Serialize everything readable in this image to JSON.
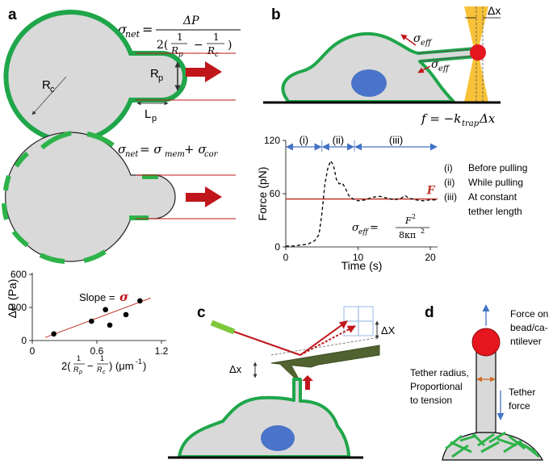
{
  "panels": {
    "a": {
      "label": "a",
      "eq_net": "σ",
      "eq_net_sub": "net",
      "eq_num": "ΔP",
      "eq_den_2": "2(",
      "eq_den_1a": "1",
      "eq_den_Rp": "R",
      "eq_den_Rp_sub": "p",
      "eq_den_minus": "−",
      "eq_den_1b": "1",
      "eq_den_Rc": "R",
      "eq_den_Rc_sub": "c",
      "eq_den_close": ")",
      "label_Rc": "R",
      "label_Rc_sub": "c",
      "label_Rp": "R",
      "label_Rp_sub": "p",
      "label_Lp": "L",
      "label_Lp_sub": "p",
      "eq2_lhs": "σ",
      "eq2_lhs_sub": "net",
      "eq2_mid": " = σ",
      "eq2_mem_sub": "mem",
      "eq2_plus": "+ σ",
      "eq2_cor_sub": "cor"
    },
    "b": {
      "label": "b",
      "sigma_eff_1": "σ",
      "sigma_eff_1_sub": "eff",
      "sigma_eff_2": "σ",
      "sigma_eff_2_sub": "eff",
      "delta_x": "Δx",
      "force_eq": "f = −k",
      "force_eq_sub": "trap",
      "force_eq_tail": "Δx"
    },
    "c": {
      "label": "c",
      "delta_x_small": "Δx",
      "delta_X_big": "ΔX"
    },
    "d": {
      "label": "d",
      "force_on_bead_1": "Force on",
      "force_on_bead_2": "bead/ca-",
      "force_on_bead_3": "ntilever",
      "tether_radius_1": "Tether radius,",
      "tether_radius_2": "Proportional",
      "tether_radius_3": "to tension",
      "tether_force_1": "Tether",
      "tether_force_2": "force"
    }
  },
  "colors": {
    "membrane_green": "#1fa64a",
    "cortex_green": "#2db34a",
    "cell_gray": "#d9d9d9",
    "nucleus_blue": "#4a74c9",
    "arrow_red": "#c0161b",
    "trap_yellow": "#f7c238",
    "bead_red": "#e6161f",
    "axis_blue": "#4472c4",
    "fit_red": "#c0392b"
  },
  "chart_data": [
    {
      "type": "line",
      "title": "",
      "xlabel": "Time (s)",
      "ylabel": "Force (pN)",
      "xlim": [
        0,
        21
      ],
      "ylim": [
        0,
        120
      ],
      "x_ticks": [
        0,
        10,
        20
      ],
      "y_ticks": [
        0,
        60,
        120
      ],
      "phase_labels": [
        "(i)",
        "(ii)",
        "(iii)"
      ],
      "phase_boundaries": [
        0,
        5,
        9.5,
        21
      ],
      "legend": [
        {
          "key": "(i)",
          "text": "Before pulling"
        },
        {
          "key": "(ii)",
          "text": "While pulling"
        },
        {
          "key": "(iii)",
          "text": "At constant"
        },
        {
          "key": "",
          "text": "tether length"
        }
      ],
      "reference_line": {
        "label": "F",
        "y": 54
      },
      "annotation": {
        "lhs": "σ",
        "lhs_sub": "eff",
        "eq": " = ",
        "num": "F",
        "num_sup": "2",
        "den": "8κπ",
        "den_sup": "2"
      },
      "series": [
        {
          "style": "dashed",
          "x": [
            0,
            1,
            2,
            3,
            4,
            4.6,
            5.0,
            5.4,
            5.8,
            6.2,
            6.6,
            7.0,
            7.4,
            7.8,
            8.2,
            8.7,
            9.3,
            10.0,
            11,
            12,
            13,
            14,
            15,
            16,
            16.5,
            17,
            17.5,
            18,
            19,
            20,
            21
          ],
          "y": [
            1,
            1,
            2,
            3,
            7,
            14,
            38,
            70,
            88,
            97,
            92,
            76,
            71,
            72,
            67,
            58,
            54,
            52,
            53,
            56,
            57,
            55,
            53,
            55,
            58,
            55,
            54,
            53,
            52,
            53,
            53
          ]
        }
      ]
    },
    {
      "type": "scatter",
      "title": "",
      "xlabel": "2(1/Rp − 1/Rc) (μm⁻¹)",
      "ylabel": "ΔP (Pa)",
      "xlim": [
        0,
        1.2
      ],
      "ylim": [
        0,
        600
      ],
      "x_ticks": [
        0,
        0.6,
        1.2
      ],
      "y_ticks": [
        0,
        300,
        600
      ],
      "x_tick_labels": [
        "0",
        "0.6",
        "1.2"
      ],
      "annotation": {
        "text": "Slope = ",
        "symbol": "σ"
      },
      "series": [
        {
          "name": "",
          "x": [
            0.2,
            0.55,
            0.68,
            0.72,
            0.87,
            1.0
          ],
          "y": [
            60,
            175,
            280,
            140,
            235,
            360
          ]
        }
      ],
      "fit": {
        "x": [
          0.12,
          1.1
        ],
        "y": [
          28,
          385
        ]
      }
    }
  ]
}
